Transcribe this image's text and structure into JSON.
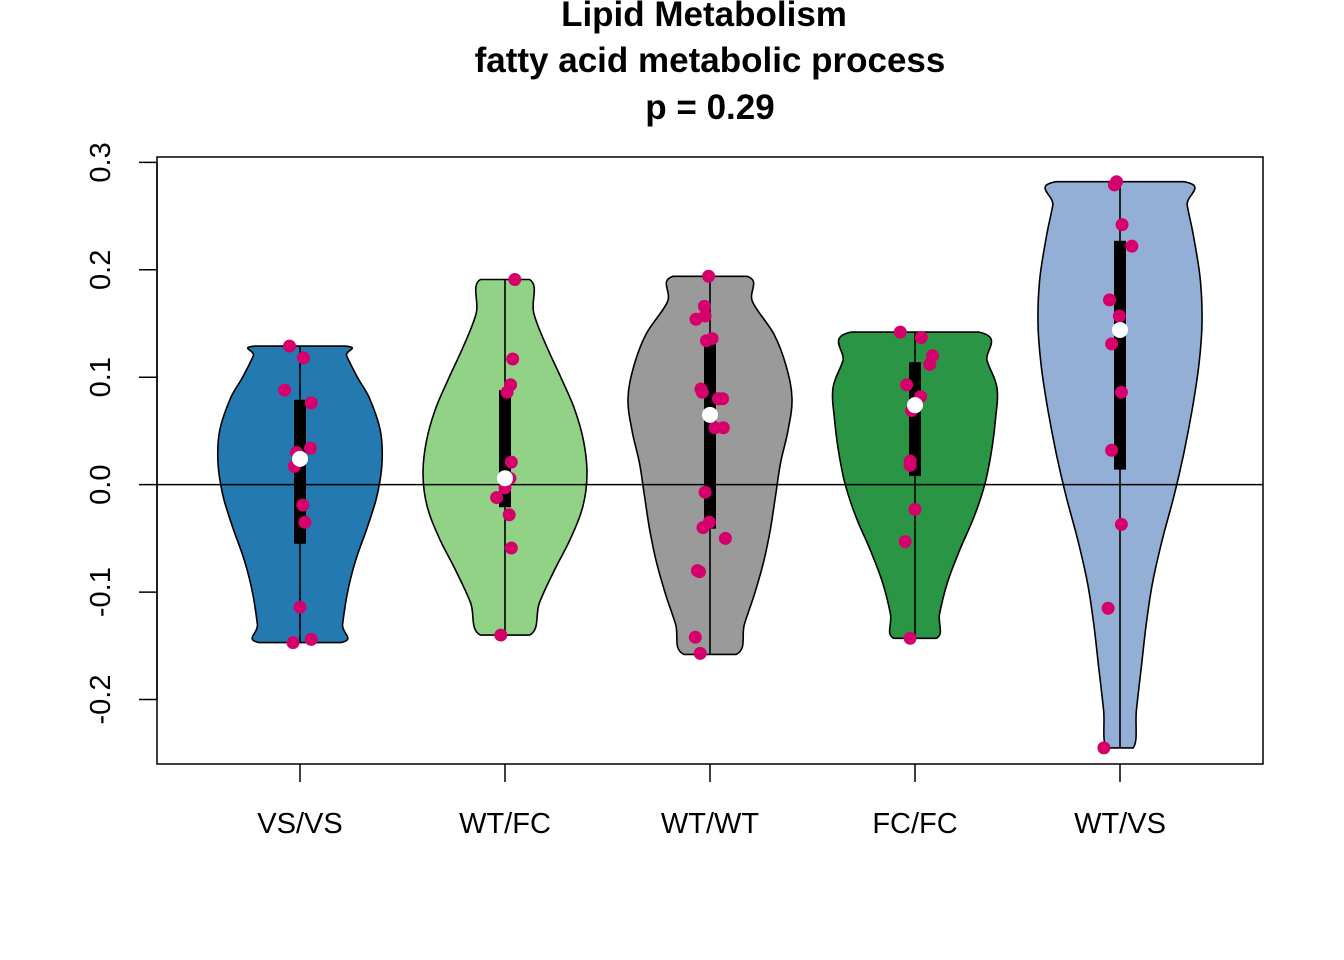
{
  "chart_data": {
    "type": "violin",
    "title_lines": [
      "Lipid Metabolism",
      "fatty acid metabolic process",
      "p = 0.29"
    ],
    "xlabel": "",
    "ylabel": "",
    "ylim": [
      -0.26,
      0.305
    ],
    "yticks": [
      -0.2,
      -0.1,
      0.0,
      0.1,
      0.2,
      0.3
    ],
    "ytick_labels": [
      "-0.2",
      "-0.1",
      "0.0",
      "0.1",
      "0.2",
      "0.3"
    ],
    "reference_line": 0.0,
    "point_color": "#d6006d",
    "groups": [
      {
        "label": "VS/VS",
        "color": "#2479b0",
        "min": -0.147,
        "max": 0.129,
        "q1": -0.055,
        "q3": 0.079,
        "median": 0.024,
        "density": [
          [
            -0.147,
            0.5
          ],
          [
            -0.13,
            0.52
          ],
          [
            -0.1,
            0.58
          ],
          [
            -0.07,
            0.68
          ],
          [
            -0.04,
            0.82
          ],
          [
            -0.01,
            0.94
          ],
          [
            0.02,
            1.0
          ],
          [
            0.05,
            0.98
          ],
          [
            0.08,
            0.85
          ],
          [
            0.1,
            0.7
          ],
          [
            0.12,
            0.57
          ],
          [
            0.129,
            0.55
          ]
        ],
        "points": [
          [
            0.129,
            -0.15
          ],
          [
            0.118,
            0.05
          ],
          [
            0.088,
            -0.22
          ],
          [
            0.076,
            0.16
          ],
          [
            0.034,
            0.15
          ],
          [
            0.03,
            -0.05
          ],
          [
            0.017,
            -0.08
          ],
          [
            -0.019,
            0.04
          ],
          [
            -0.035,
            0.07
          ],
          [
            -0.114,
            0.0
          ],
          [
            -0.147,
            -0.1
          ],
          [
            -0.144,
            0.16
          ]
        ]
      },
      {
        "label": "WT/FC",
        "color": "#92d286",
        "min": -0.14,
        "max": 0.191,
        "q1": -0.021,
        "q3": 0.088,
        "median": 0.006,
        "density": [
          [
            -0.14,
            0.3
          ],
          [
            -0.11,
            0.42
          ],
          [
            -0.08,
            0.6
          ],
          [
            -0.05,
            0.8
          ],
          [
            -0.02,
            0.95
          ],
          [
            0.01,
            1.0
          ],
          [
            0.04,
            0.96
          ],
          [
            0.07,
            0.85
          ],
          [
            0.1,
            0.68
          ],
          [
            0.13,
            0.5
          ],
          [
            0.16,
            0.35
          ],
          [
            0.191,
            0.3
          ]
        ],
        "points": [
          [
            0.191,
            0.14
          ],
          [
            0.117,
            0.11
          ],
          [
            0.093,
            0.08
          ],
          [
            0.086,
            0.03
          ],
          [
            0.021,
            0.09
          ],
          [
            0.006,
            0.07
          ],
          [
            -0.003,
            0.0
          ],
          [
            -0.012,
            -0.12
          ],
          [
            -0.028,
            0.06
          ],
          [
            -0.059,
            0.09
          ],
          [
            -0.14,
            -0.06
          ]
        ]
      },
      {
        "label": "WT/WT",
        "color": "#9a9a9a",
        "min": -0.158,
        "max": 0.194,
        "q1": -0.041,
        "q3": 0.131,
        "median": 0.065,
        "density": [
          [
            -0.158,
            0.32
          ],
          [
            -0.13,
            0.42
          ],
          [
            -0.1,
            0.55
          ],
          [
            -0.07,
            0.66
          ],
          [
            -0.04,
            0.74
          ],
          [
            -0.01,
            0.8
          ],
          [
            0.02,
            0.86
          ],
          [
            0.05,
            0.95
          ],
          [
            0.08,
            1.0
          ],
          [
            0.11,
            0.93
          ],
          [
            0.14,
            0.78
          ],
          [
            0.17,
            0.52
          ],
          [
            0.194,
            0.45
          ]
        ],
        "points": [
          [
            0.194,
            -0.02
          ],
          [
            0.166,
            -0.08
          ],
          [
            0.157,
            -0.07
          ],
          [
            0.154,
            -0.2
          ],
          [
            0.136,
            0.03
          ],
          [
            0.134,
            -0.05
          ],
          [
            0.089,
            -0.13
          ],
          [
            0.086,
            -0.11
          ],
          [
            0.08,
            0.12
          ],
          [
            0.08,
            0.18
          ],
          [
            0.065,
            0.0
          ],
          [
            0.053,
            0.07
          ],
          [
            0.053,
            0.19
          ],
          [
            -0.007,
            -0.07
          ],
          [
            -0.035,
            -0.01
          ],
          [
            -0.04,
            -0.1
          ],
          [
            -0.05,
            0.22
          ],
          [
            -0.08,
            -0.18
          ],
          [
            -0.081,
            -0.15
          ],
          [
            -0.142,
            -0.21
          ],
          [
            -0.157,
            -0.14
          ]
        ]
      },
      {
        "label": "FC/FC",
        "color": "#2a9544",
        "min": -0.143,
        "max": 0.142,
        "q1": 0.008,
        "q3": 0.114,
        "median": 0.074,
        "density": [
          [
            -0.143,
            0.26
          ],
          [
            -0.12,
            0.3
          ],
          [
            -0.09,
            0.4
          ],
          [
            -0.06,
            0.55
          ],
          [
            -0.03,
            0.72
          ],
          [
            0.0,
            0.85
          ],
          [
            0.03,
            0.93
          ],
          [
            0.06,
            0.98
          ],
          [
            0.09,
            1.0
          ],
          [
            0.115,
            0.88
          ],
          [
            0.142,
            0.78
          ]
        ],
        "points": [
          [
            0.142,
            -0.21
          ],
          [
            0.137,
            0.09
          ],
          [
            0.12,
            0.25
          ],
          [
            0.112,
            0.21
          ],
          [
            0.093,
            -0.12
          ],
          [
            0.082,
            0.08
          ],
          [
            0.069,
            -0.05
          ],
          [
            0.022,
            -0.07
          ],
          [
            0.018,
            -0.07
          ],
          [
            -0.023,
            0.0
          ],
          [
            -0.053,
            -0.14
          ],
          [
            -0.143,
            -0.07
          ]
        ]
      },
      {
        "label": "WT/VS",
        "color": "#94afd5",
        "min": -0.245,
        "max": 0.282,
        "q1": 0.014,
        "q3": 0.227,
        "median": 0.144,
        "density": [
          [
            -0.245,
            0.16
          ],
          [
            -0.21,
            0.2
          ],
          [
            -0.17,
            0.26
          ],
          [
            -0.13,
            0.32
          ],
          [
            -0.09,
            0.4
          ],
          [
            -0.05,
            0.52
          ],
          [
            -0.01,
            0.66
          ],
          [
            0.03,
            0.78
          ],
          [
            0.07,
            0.88
          ],
          [
            0.11,
            0.96
          ],
          [
            0.15,
            1.0
          ],
          [
            0.19,
            0.98
          ],
          [
            0.23,
            0.9
          ],
          [
            0.26,
            0.82
          ],
          [
            0.282,
            0.78
          ]
        ],
        "points": [
          [
            0.282,
            -0.05
          ],
          [
            0.279,
            -0.08
          ],
          [
            0.242,
            0.03
          ],
          [
            0.222,
            0.17
          ],
          [
            0.172,
            -0.15
          ],
          [
            0.157,
            -0.01
          ],
          [
            0.131,
            -0.12
          ],
          [
            0.086,
            0.02
          ],
          [
            0.032,
            -0.12
          ],
          [
            -0.037,
            0.02
          ],
          [
            -0.115,
            -0.17
          ],
          [
            -0.245,
            -0.23
          ]
        ]
      }
    ]
  }
}
